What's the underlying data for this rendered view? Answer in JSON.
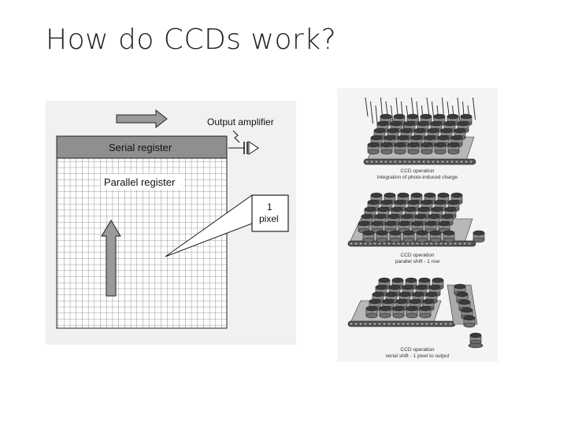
{
  "slide": {
    "title": "How do CCDs work?"
  },
  "left_diagram": {
    "output_amplifier": "Output amplifier",
    "serial_register": "Serial register",
    "parallel_register": "Parallel register",
    "pixel_label_line1": "1",
    "pixel_label_line2": "pixel",
    "colors": {
      "serial_bar": "#8f8f8f",
      "arrow_fill": "#9a9a9a",
      "grid_line": "#7a7a7a"
    }
  },
  "right_illustration": {
    "panels": [
      {
        "caption_line1": "CCD operation",
        "caption_line2": "integration of photo-induced charge"
      },
      {
        "caption_line1": "CCD operation",
        "caption_line2": "parallel shift - 1 row"
      },
      {
        "caption_line1": "CCD operation",
        "caption_line2": "serial shift - 1 pixel to output"
      }
    ]
  }
}
